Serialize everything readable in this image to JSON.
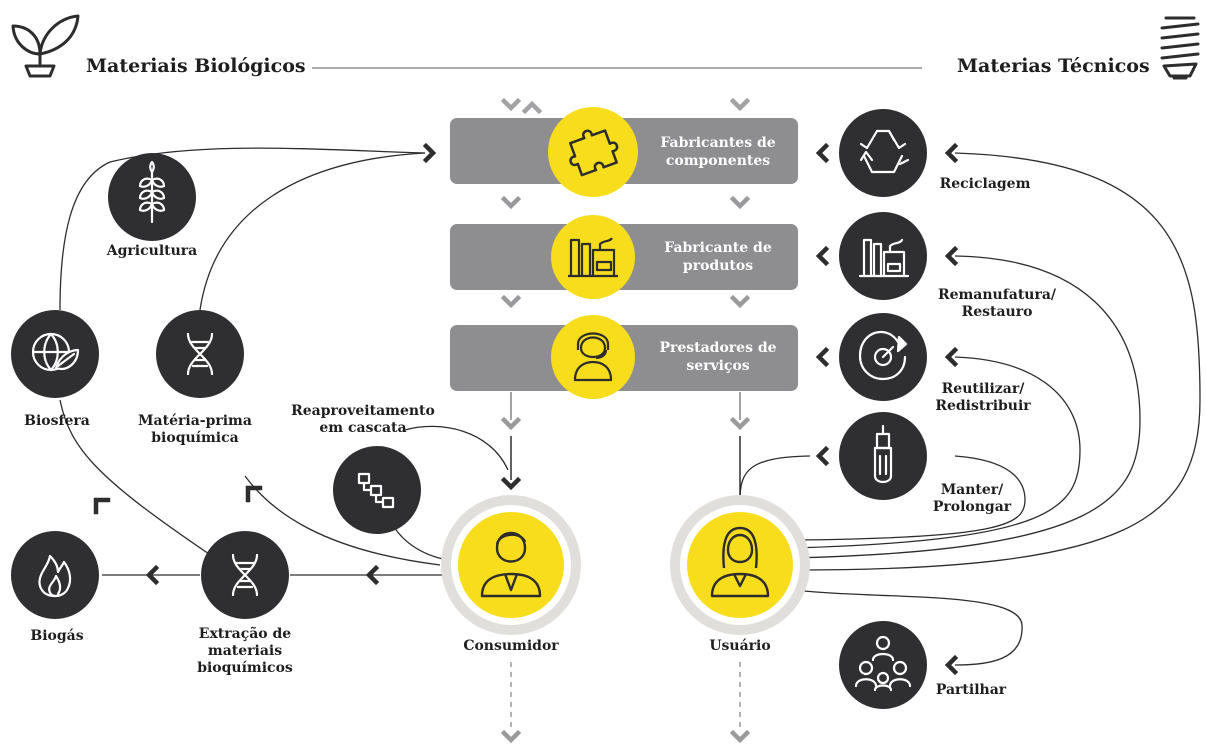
{
  "header": {
    "left_title": "Materiais Biológicos",
    "right_title": "Materias Técnicos",
    "left_icon": "plant-sprout-icon",
    "right_icon": "light-bulb-icon"
  },
  "colors": {
    "yellow": "#f7dd1c",
    "dark": "#2f2f31",
    "bar_gray": "#8e8e90",
    "ring_gray": "#e1dfdb",
    "line": "#2d2d2d",
    "arrow_gray": "#9a9a9c"
  },
  "stages": [
    {
      "line1": "Fabricantes de",
      "line2": "componentes",
      "icon": "puzzle-piece-icon"
    },
    {
      "line1": "Fabricante de",
      "line2": "produtos",
      "icon": "factory-icon"
    },
    {
      "line1": "Prestadores de",
      "line2": "serviços",
      "icon": "service-agent-icon"
    }
  ],
  "biological": {
    "agricultura": {
      "label": "Agricultura",
      "icon": "wheat-icon"
    },
    "biosfera": {
      "label": "Biosfera",
      "icon": "globe-leaf-icon"
    },
    "materia_prima": {
      "line1": "Matéria-prima",
      "line2": "bioquímica",
      "icon": "dna-icon"
    },
    "biogas": {
      "label": "Biogás",
      "icon": "flame-icon"
    },
    "extracao": {
      "line1": "Extração de",
      "line2": "materiais",
      "line3": "bioquímicos",
      "icon": "dna-icon"
    },
    "cascata": {
      "line1": "Reaproveitamento",
      "line2": "em cascata",
      "icon": "cascade-blocks-icon"
    },
    "consumidor": {
      "label": "Consumidor",
      "icon": "man-avatar-icon"
    }
  },
  "technical": {
    "reciclagem": {
      "label": "Reciclagem",
      "icon": "recycle-icon"
    },
    "remanufatura": {
      "line1": "Remanufatura/",
      "line2": "Restauro",
      "icon": "factory-icon"
    },
    "reutilizar": {
      "line1": "Reutilizar/",
      "line2": "Redistribuir",
      "icon": "refresh-arrow-icon"
    },
    "manter": {
      "line1": "Manter/",
      "line2": "Prolongar",
      "icon": "screwdriver-icon"
    },
    "partilhar": {
      "label": "Partilhar",
      "icon": "group-people-icon"
    },
    "usuario": {
      "label": "Usuário",
      "icon": "woman-avatar-icon"
    }
  }
}
